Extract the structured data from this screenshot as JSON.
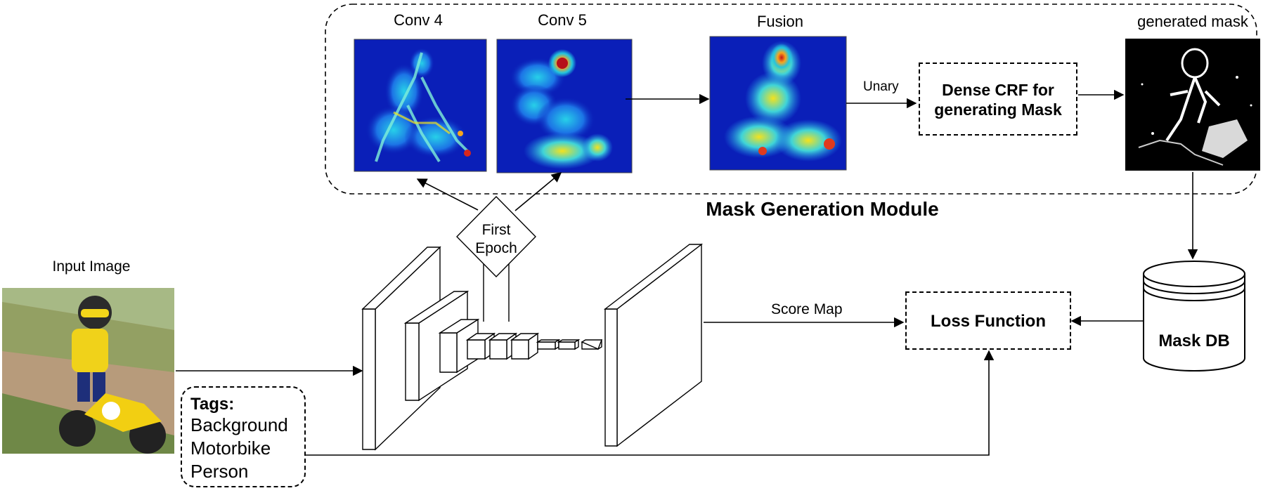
{
  "module_title": "Mask Generation Module",
  "conv4_label": "Conv 4",
  "conv5_label": "Conv 5",
  "fusion_label": "Fusion",
  "generated_mask_label": "generated mask",
  "unary_label": "Unary",
  "crf_box": {
    "line1": "Dense CRF for",
    "line2": "generating Mask"
  },
  "decision": {
    "line1": "First",
    "line2": "Epoch"
  },
  "input_image_label": "Input Image",
  "score_map_label": "Score Map",
  "loss_function_label": "Loss Function",
  "mask_db_label": "Mask DB",
  "tags": {
    "title": "Tags:",
    "items": [
      "Background",
      "Motorbike",
      "Person"
    ]
  },
  "colors": {
    "heatmap_low": "#0a1fb8",
    "heatmap_mid": "#22d3e6",
    "heatmap_high": "#f2e51c",
    "heatmap_peak": "#d9261c"
  },
  "icons": [
    "photo-thumbnail",
    "heatmap-tile",
    "binary-mask-tile",
    "database-cylinder-icon"
  ]
}
